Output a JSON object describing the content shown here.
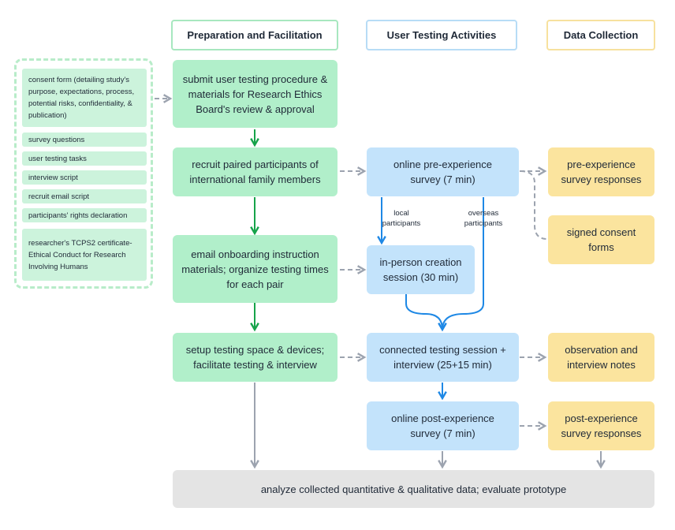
{
  "headers": {
    "prep": "Preparation and Facilitation",
    "testing": "User Testing Activities",
    "data": "Data Collection"
  },
  "materials": [
    "consent form (detailing study's purpose, expectations, process, potential risks, confidentiality, & publication)",
    "survey questions",
    "user testing tasks",
    "interview script",
    "recruit email script",
    "participants' rights declaration",
    "researcher's TCPS2 certificate-Ethical Conduct for Research Involving Humans"
  ],
  "prep_steps": {
    "submit": "submit user testing procedure & materials for Research Ethics Board's review & approval",
    "recruit": "recruit paired participants of international family members",
    "email": "email onboarding instruction materials; organize testing times for each pair",
    "setup": "setup testing space & devices; facilitate testing & interview"
  },
  "testing_steps": {
    "pre_survey": "online pre-experience survey (7 min)",
    "in_person": "in-person creation session (30 min)",
    "connected": "connected testing session + interview (25+15 min)",
    "post_survey": "online post-experience survey (7 min)"
  },
  "data_items": {
    "pre_responses": "pre-experience survey responses",
    "consent": "signed consent forms",
    "observation": "observation and interview notes",
    "post_responses": "post-experience survey responses"
  },
  "branch_labels": {
    "local": "local participants",
    "overseas": "overseas participants"
  },
  "final_step": "analyze collected quantitative & qualitative data; evaluate prototype",
  "colors": {
    "green_fill": "#b1efca",
    "blue_fill": "#c3e3fb",
    "yellow_fill": "#fbe49e",
    "gray_fill": "#e4e4e4",
    "green_arrow": "#16a34a",
    "blue_arrow": "#1e88e5",
    "gray_arrow": "#9ca3af"
  }
}
